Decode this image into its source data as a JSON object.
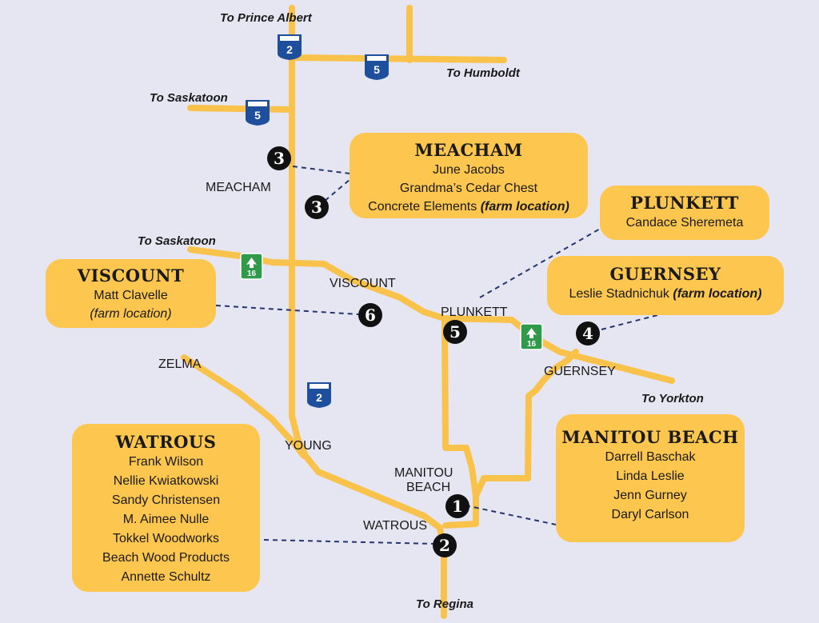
{
  "destinations": {
    "prince_albert": "To Prince Albert",
    "humboldt": "To Humboldt",
    "saskatoon_north": "To Saskatoon",
    "saskatoon_west": "To Saskatoon",
    "yorkton": "To Yorkton",
    "regina": "To Regina"
  },
  "towns": {
    "meacham": "MEACHAM",
    "viscount": "VISCOUNT",
    "plunkett": "PLUNKETT",
    "guernsey": "GUERNSEY",
    "zelma": "ZELMA",
    "young": "YOUNG",
    "manitou_1": "MANITOU",
    "manitou_2": "BEACH",
    "watrous": "WATROUS"
  },
  "shields": {
    "hwy2_top": "2",
    "hwy5_right": "5",
    "hwy5_left": "5",
    "hwy16_west": "16",
    "hwy16_east": "16",
    "hwy2_south": "2"
  },
  "markers": {
    "m3a": "3",
    "m3b": "3",
    "m6": "6",
    "m5": "5",
    "m4": "4",
    "m1": "1",
    "m2": "2"
  },
  "boxes": {
    "meacham": {
      "title": "MEACHAM",
      "lines": [
        "June Jacobs",
        "Grandma’s Cedar Chest",
        "Concrete Elements "
      ],
      "emphasis": "(farm location)"
    },
    "plunkett": {
      "title": "PLUNKETT",
      "lines": [
        "Candace Sheremeta"
      ]
    },
    "viscount": {
      "title": "VISCOUNT",
      "lines": [
        "Matt Clavelle",
        "(farm location)"
      ]
    },
    "guernsey": {
      "title": "GUERNSEY",
      "lines": [
        "Leslie Stadnichuk "
      ],
      "emphasis": "(farm location)"
    },
    "watrous": {
      "title": "WATROUS",
      "lines": [
        "Frank Wilson",
        "Nellie Kwiatkowski",
        "Sandy Christensen",
        "M. Aimee Nulle",
        "Tokkel Woodworks",
        "Beach Wood Products",
        "Annette Schultz"
      ]
    },
    "manitou": {
      "title": "MANITOU BEACH",
      "lines": [
        "Darrell Baschak",
        "Linda Leslie",
        "Jenn Gurney",
        "Daryl Carlson"
      ]
    }
  },
  "colors": {
    "background": "#e6e5f2",
    "road": "#f9c24a",
    "box": "#fcc64f",
    "leader": "#24356f",
    "marker": "#111111",
    "shield_blue": "#1d4f9c",
    "shield_green": "#2e9a4a"
  }
}
